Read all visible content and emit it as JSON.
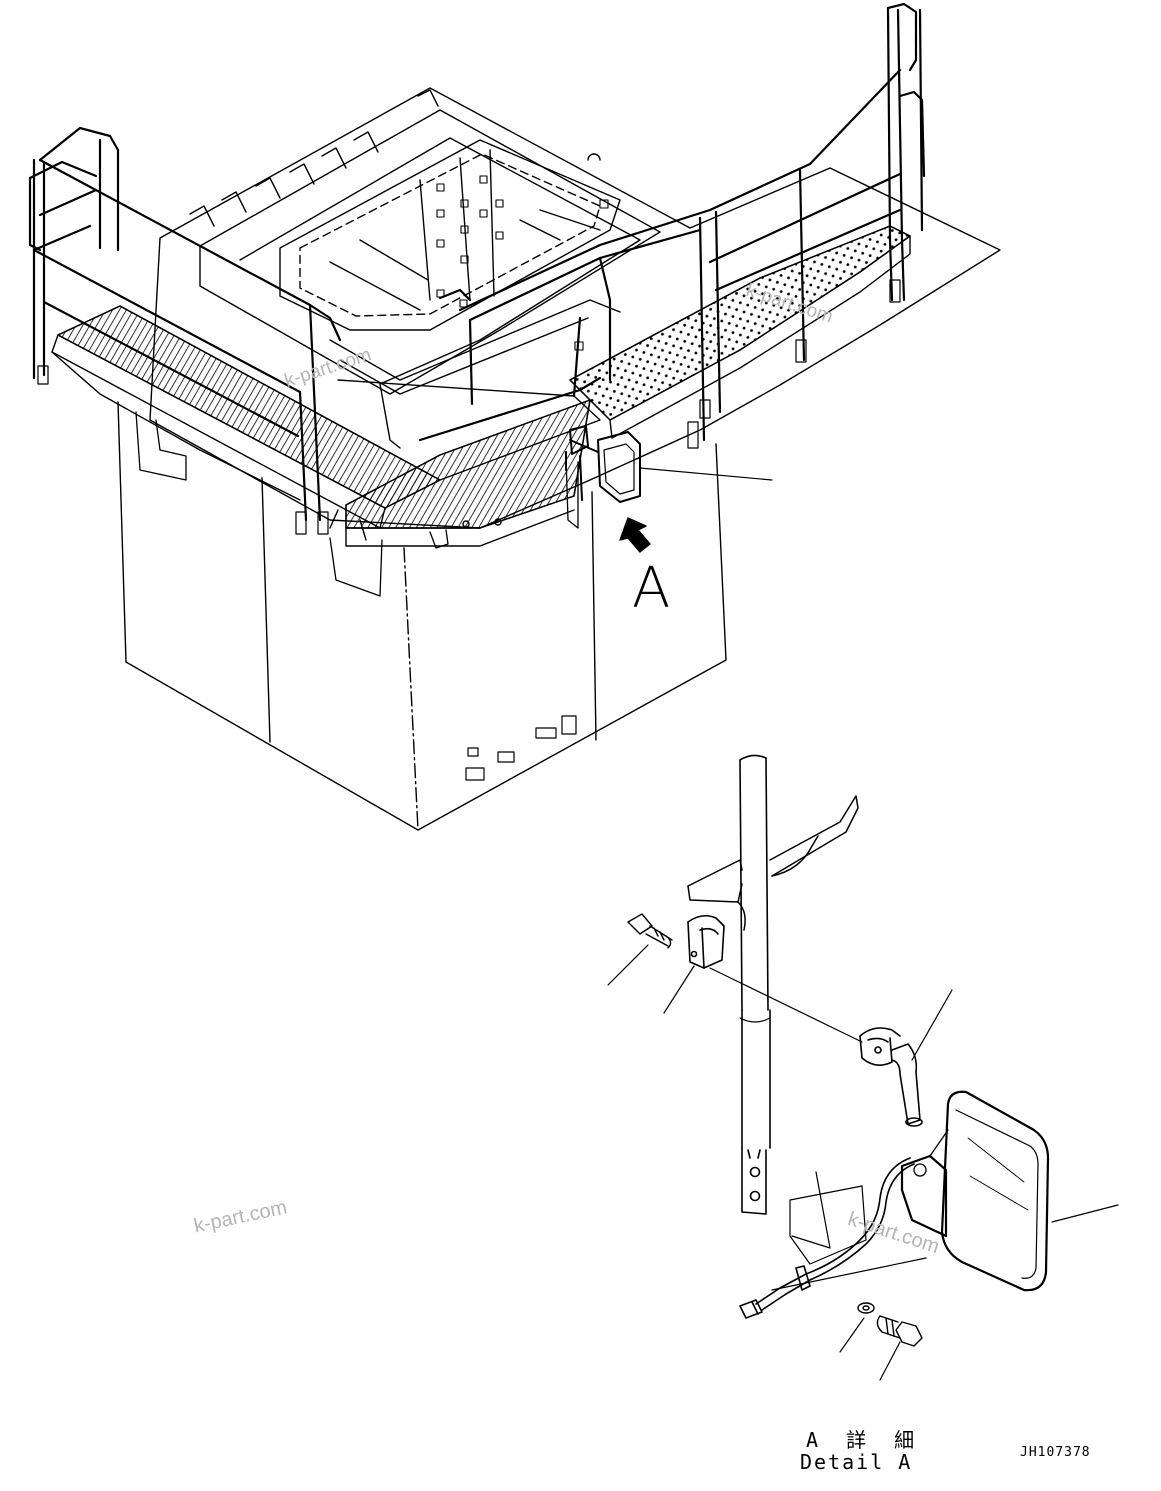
{
  "view_label": "A",
  "watermark": "k-part.com",
  "detail_title_jp": "A 詳 細",
  "detail_title_en": "Detail A",
  "drawing_id": "JH107378",
  "colors": {
    "line": "#000000",
    "watermark": "#b5b5b5",
    "background": "#ffffff"
  }
}
